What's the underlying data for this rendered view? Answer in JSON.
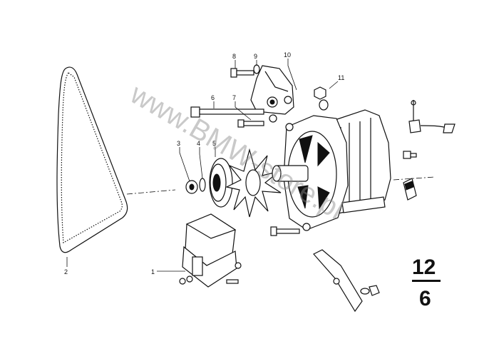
{
  "watermark": "www.BMW-store.pl",
  "reference": {
    "top": "12",
    "bottom": "6"
  },
  "labels": [
    {
      "id": "1",
      "text": "1"
    },
    {
      "id": "2",
      "text": "2"
    },
    {
      "id": "3",
      "text": "3"
    },
    {
      "id": "4",
      "text": "4"
    },
    {
      "id": "5",
      "text": "5"
    },
    {
      "id": "6",
      "text": "6"
    },
    {
      "id": "7",
      "text": "7"
    },
    {
      "id": "8",
      "text": "8"
    },
    {
      "id": "9",
      "text": "9"
    },
    {
      "id": "10",
      "text": "10"
    },
    {
      "id": "11",
      "text": "11"
    }
  ]
}
